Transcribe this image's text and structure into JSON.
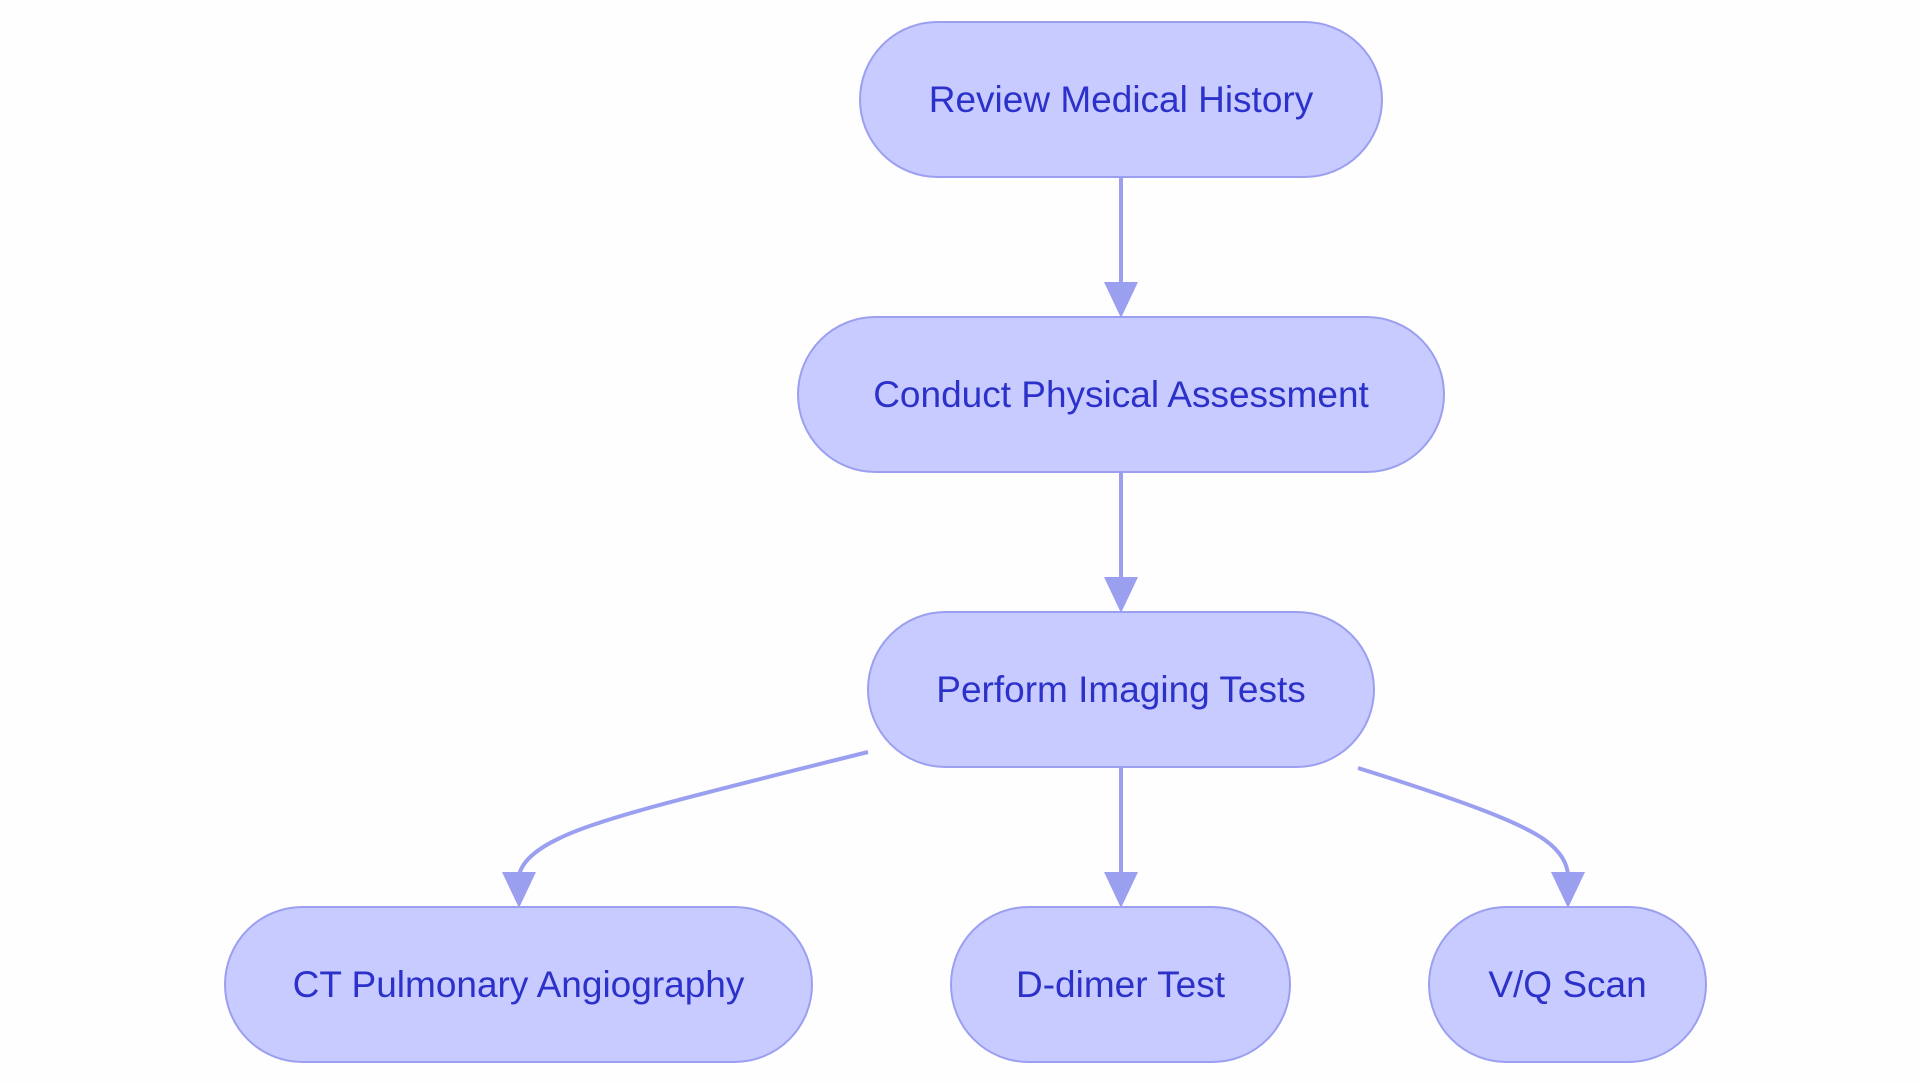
{
  "colors": {
    "background": "#fefefe",
    "node_fill": "#c8cbff",
    "node_border": "#9b9ff0",
    "text": "#2c31c9",
    "connector": "#9b9ff0"
  },
  "nodes": {
    "review_history": "Review Medical History",
    "physical_assessment": "Conduct Physical Assessment",
    "imaging_tests": "Perform Imaging Tests",
    "ct_angiography": "CT Pulmonary Angiography",
    "d_dimer": "D-dimer Test",
    "vq_scan": "V/Q Scan"
  },
  "edges": [
    {
      "from": "review_history",
      "to": "physical_assessment"
    },
    {
      "from": "physical_assessment",
      "to": "imaging_tests"
    },
    {
      "from": "imaging_tests",
      "to": "ct_angiography"
    },
    {
      "from": "imaging_tests",
      "to": "d_dimer"
    },
    {
      "from": "imaging_tests",
      "to": "vq_scan"
    }
  ]
}
